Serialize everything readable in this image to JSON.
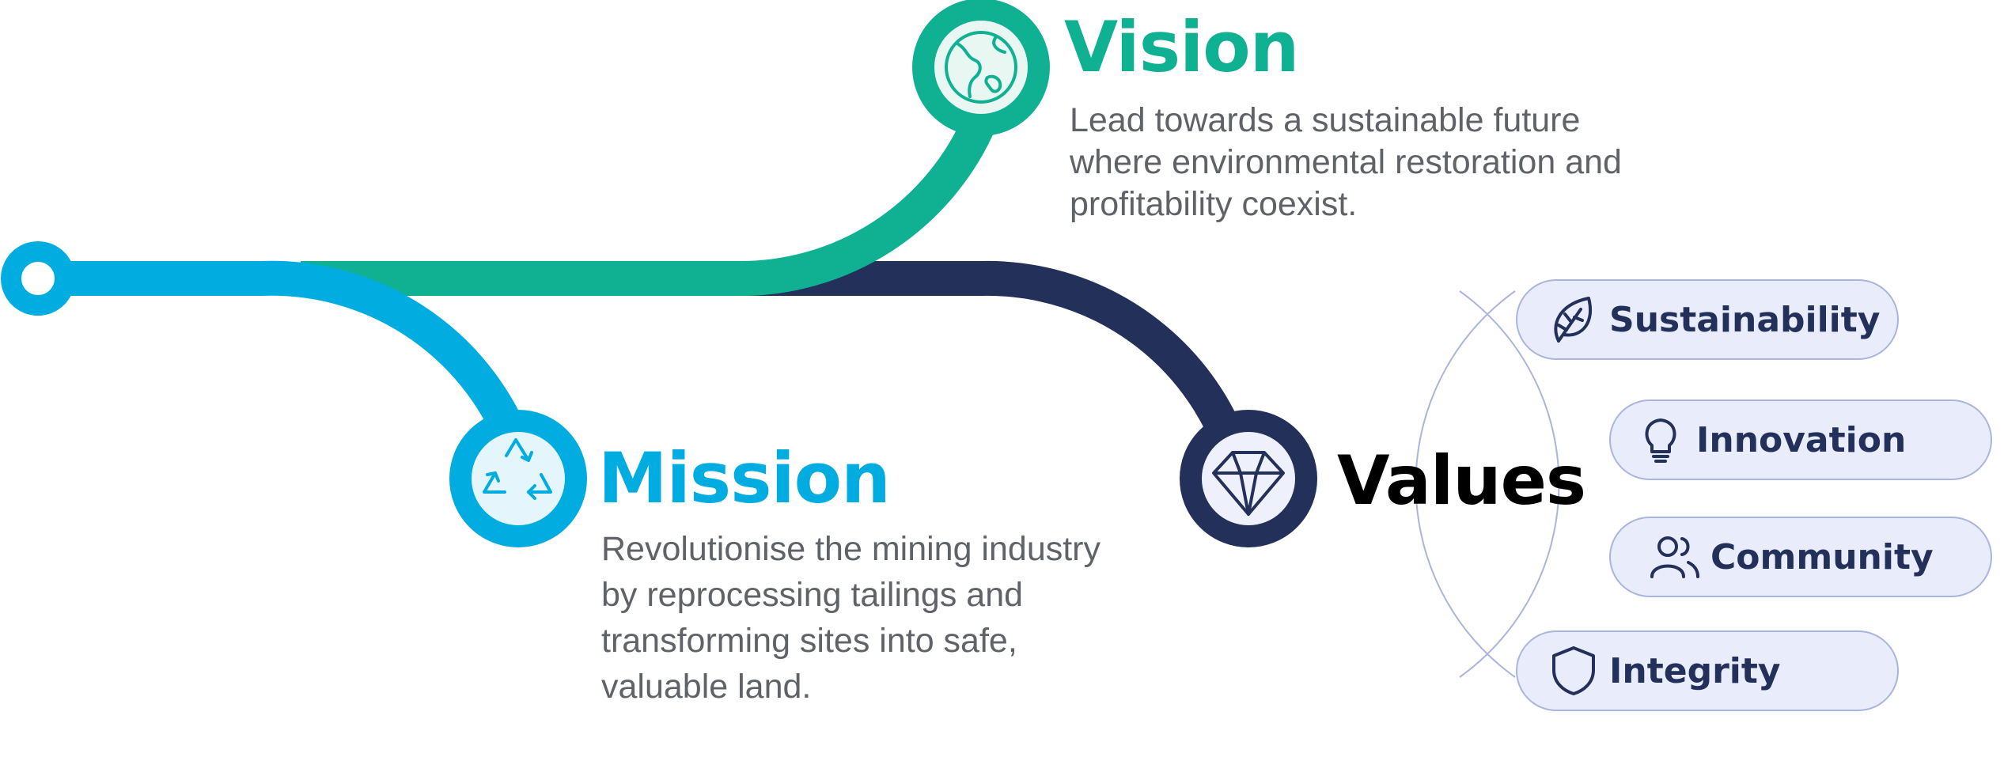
{
  "vision": {
    "title": "Vision",
    "text": "Lead towards a sustainable future\nwhere environmental restoration and\nprofitability coexist."
  },
  "mission": {
    "title": "Mission",
    "text": "Revolutionise the mining industry\nby reprocessing tailings and\ntransforming sites into safe,\nvaluable land."
  },
  "values": {
    "title": "Values",
    "items": [
      {
        "label": "Sustainability",
        "icon": "leaf-icon"
      },
      {
        "label": "Innovation",
        "icon": "lightbulb-icon"
      },
      {
        "label": "Community",
        "icon": "users-icon"
      },
      {
        "label": "Integrity",
        "icon": "shield-icon"
      }
    ]
  },
  "colors": {
    "vision": "#10b093",
    "mission": "#00ace0",
    "values": "#22305a",
    "values_text": "#000000",
    "pill_bg": "#e9edfb",
    "pill_border": "#aab5de"
  }
}
